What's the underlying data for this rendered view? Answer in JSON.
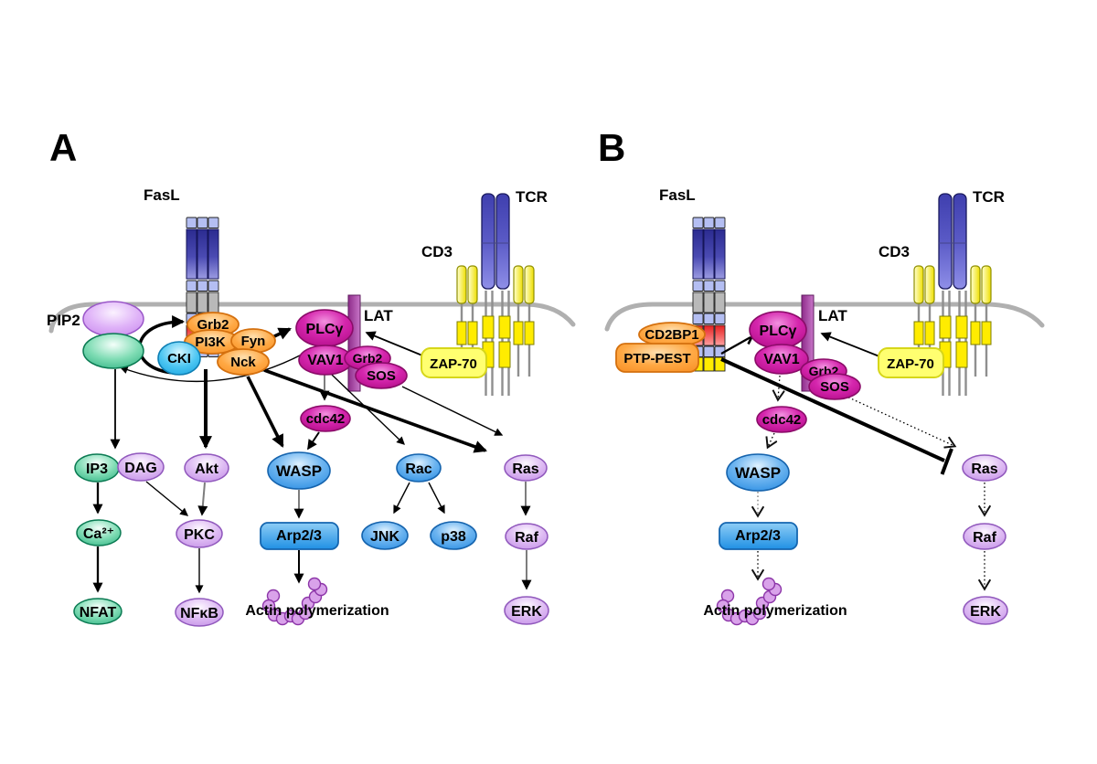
{
  "figure": {
    "panel_a": "A",
    "panel_b": "B"
  },
  "labels": {
    "fasl": "FasL",
    "tcr": "TCR",
    "cd3": "CD3",
    "lat": "LAT",
    "zap70": "ZAP-70",
    "pip2": "PIP2",
    "actin": "Actin polymerization"
  },
  "panelA": {
    "nodes": {
      "grb2_top": "Grb2",
      "pi3k": "PI3K",
      "fyn": "Fyn",
      "nck": "Nck",
      "cki": "CKI",
      "plcg": "PLCγ",
      "vav1": "VAV1",
      "grb2": "Grb2",
      "sos": "SOS",
      "cdc42": "cdc42",
      "ip3": "IP3",
      "dag": "DAG",
      "akt": "Akt",
      "wasp": "WASP",
      "rac": "Rac",
      "ras": "Ras",
      "ca2": "Ca²⁺",
      "pkc": "PKC",
      "arp23": "Arp2/3",
      "jnk": "JNK",
      "p38": "p38",
      "raf": "Raf",
      "nfat": "NFAT",
      "nfkb": "NFκB",
      "erk": "ERK"
    }
  },
  "panelB": {
    "nodes": {
      "cd2bp1": "CD2BP1",
      "ptp_pest": "PTP-PEST",
      "plcg": "PLCγ",
      "vav1": "VAV1",
      "grb2": "Grb2",
      "sos": "SOS",
      "cdc42": "cdc42",
      "wasp": "WASP",
      "arp23": "Arp2/3",
      "ras": "Ras",
      "raf": "Raf",
      "erk": "ERK"
    }
  },
  "colors": {
    "magenta": "#c415a0",
    "orange": "#ff9f3c",
    "cyan": "#35b9ee",
    "lavender": "#c990e8",
    "green": "#2fb286",
    "blue": "#2b8ce6",
    "yellow": "#ffee00",
    "receptor_blue": "#4a4ab2",
    "membrane_gray": "#b0b0b0",
    "red": "#e62020",
    "lat_purple": "#993399",
    "actin_bead": "#d9a2ea"
  }
}
